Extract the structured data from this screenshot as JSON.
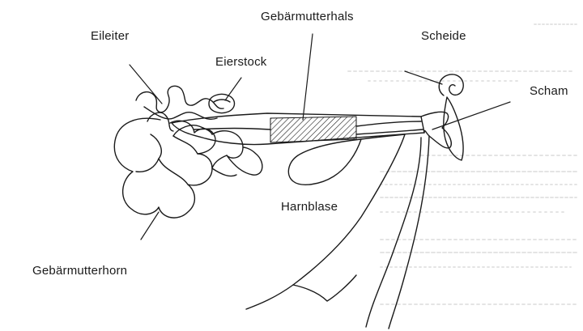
{
  "figure": {
    "labels": {
      "cervix": "Gebärmutterhals",
      "vagina": "Scheide",
      "oviduct": "Eileiter",
      "ovary": "Eierstock",
      "vulva": "Scham",
      "bladder": "Harnblase",
      "uterine_horn": "Gebärmutterhorn"
    },
    "colors": {
      "ink": "#1a1a1a",
      "background": "#ffffff",
      "scan_noise": "#d9d9d9"
    }
  }
}
